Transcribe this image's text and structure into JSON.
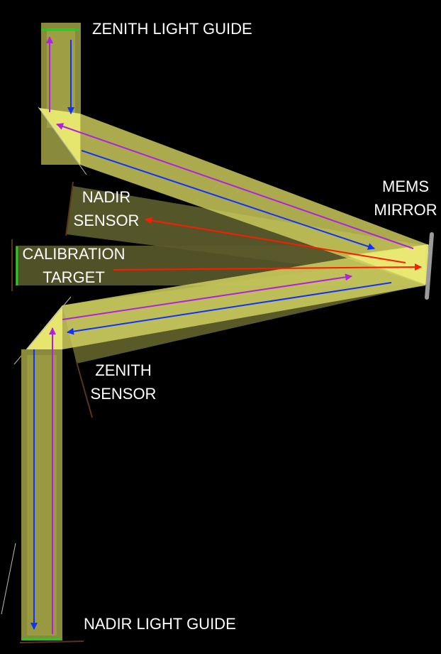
{
  "labels": {
    "zenith_light_guide": "ZENITH LIGHT GUIDE",
    "nadir_sensor_line1": "NADIR",
    "nadir_sensor_line2": "SENSOR",
    "mems_mirror_line1": "MEMS",
    "mems_mirror_line2": "MIRROR",
    "calibration_target_line1": "CALIBRATION",
    "calibration_target_line2": "TARGET",
    "zenith_sensor_line1": "ZENITH",
    "zenith_sensor_line2": "SENSOR",
    "nadir_light_guide": "NADIR LIGHT GUIDE"
  },
  "colors": {
    "background": "#000000",
    "light_path_bright": "#e6e66e",
    "light_path_dim": "#8a8a3c",
    "sensor_field_dark": "#5a5a2c",
    "arrow_blue": "#1030ff",
    "arrow_purple": "#b020e0",
    "arrow_red": "#ff1a00",
    "target_green": "#22cc22",
    "mirror_gray": "#9a9a9a",
    "sensor_edge_brown": "#5a3418"
  }
}
